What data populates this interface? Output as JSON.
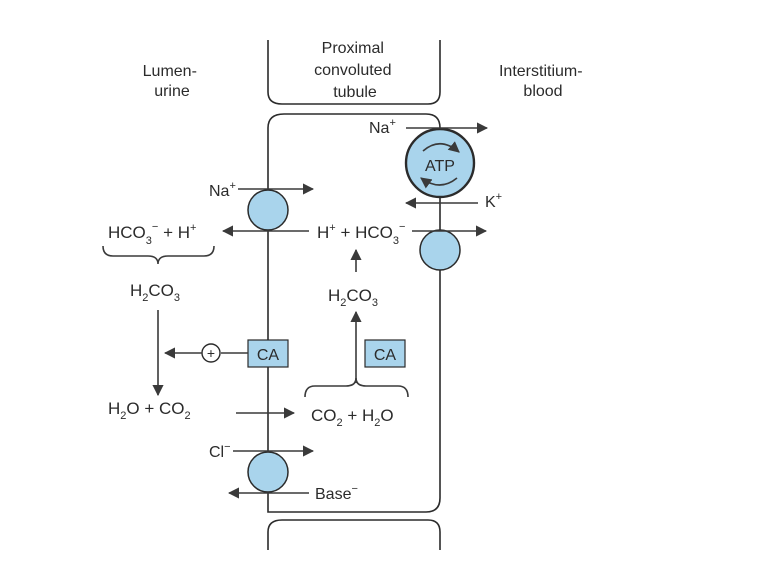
{
  "headers": {
    "lumen": [
      "Lumen-",
      "urine"
    ],
    "tubule": [
      "Proximal",
      "convoluted",
      "tubule"
    ],
    "interstitium": [
      "Interstitium-",
      "blood"
    ]
  },
  "ions": {
    "na_top": "Na",
    "na_top_sup": "+",
    "k": "K",
    "k_sup": "+",
    "na_left": "Na",
    "na_left_sup": "+",
    "cl": "Cl",
    "cl_sup": "−",
    "base": "Base",
    "base_sup": "−"
  },
  "pump_label": "ATP",
  "enzyme_label": "CA",
  "plus_symbol": "+",
  "lumen_reactants": {
    "hco3": "HCO",
    "sub3": "3",
    "minus": "−",
    "plus": " + H",
    "h_sup": "+"
  },
  "cell_products": {
    "h": "H",
    "h_sup": "+",
    "plus": " + HCO",
    "sub3": "3",
    "minus": "−"
  },
  "carbonic_acid": {
    "h": "H",
    "sub2": "2",
    "co": "CO",
    "sub3": "3"
  },
  "lumen_products": {
    "h": "H",
    "sub2a": "2",
    "o_plus": "O + CO",
    "sub2b": "2"
  },
  "cell_reactants": {
    "co": "CO",
    "sub2a": "2",
    "plus_h": " + H",
    "sub2b": "2",
    "o": "O"
  }
}
